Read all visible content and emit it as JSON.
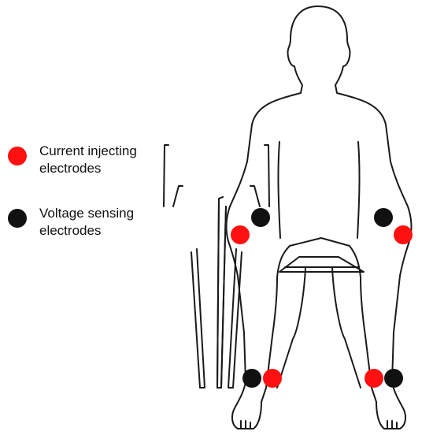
{
  "colors": {
    "current": "#ff1111",
    "voltage": "#111111",
    "outline": "#1a1a1a",
    "background": "#ffffff"
  },
  "legend": {
    "current_label": "Current injecting electrodes",
    "voltage_label": "Voltage sensing electrodes"
  },
  "electrodes": [
    {
      "name": "right-wrist-voltage-electrode",
      "type": "voltage"
    },
    {
      "name": "right-wrist-current-electrode",
      "type": "current"
    },
    {
      "name": "left-wrist-voltage-electrode",
      "type": "voltage"
    },
    {
      "name": "left-wrist-current-electrode",
      "type": "current"
    },
    {
      "name": "right-ankle-voltage-electrode",
      "type": "voltage"
    },
    {
      "name": "right-ankle-current-electrode",
      "type": "current"
    },
    {
      "name": "left-ankle-current-electrode",
      "type": "current"
    },
    {
      "name": "left-ankle-voltage-electrode",
      "type": "voltage"
    }
  ]
}
